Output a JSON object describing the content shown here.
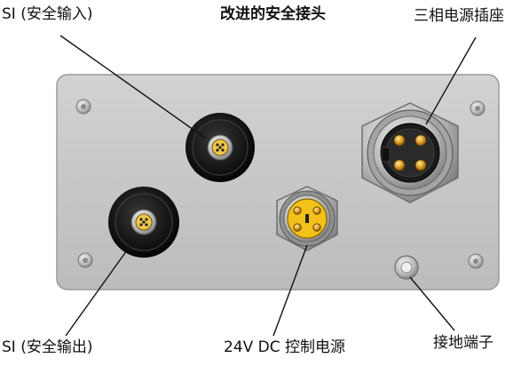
{
  "title": "改进的安全接头",
  "labels": {
    "si_input": "SI (安全输入)",
    "three_phase_socket": "三相电源插座",
    "si_output": "SI (安全输出)",
    "dc_control_power": "24V DC 控制电源",
    "ground_terminal": "接地端子"
  },
  "colors": {
    "panel": "#c8c8c8",
    "panel_edge": "#9a9a9a",
    "connector_dark": "#111111",
    "pin_gold": "#c98a12",
    "insert_yellow": "#f2c21a",
    "metal": "#d9d9d9"
  }
}
